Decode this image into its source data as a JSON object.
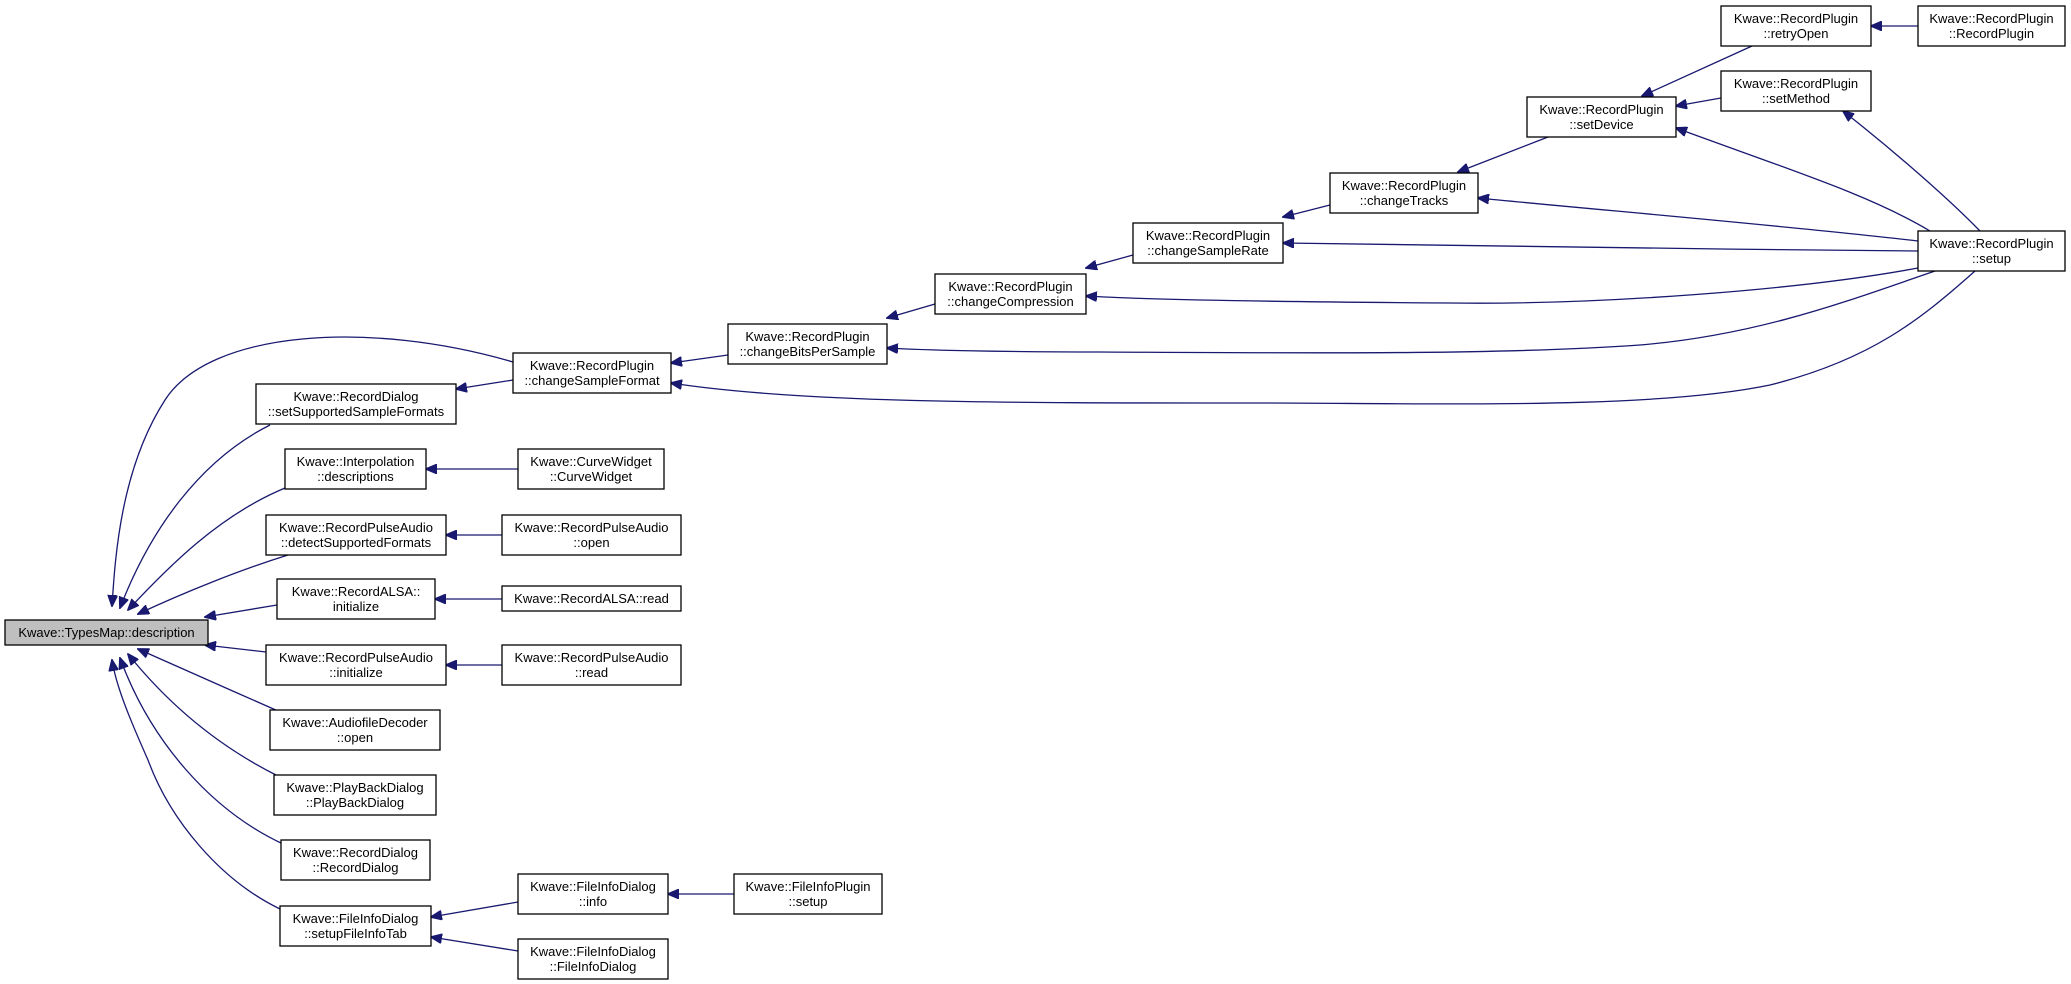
{
  "diagram": {
    "root": "description",
    "colors": {
      "edge": "#191970",
      "node_fill": "#ffffff",
      "root_fill": "#bfbfbf",
      "node_stroke": "#000000"
    },
    "nodes": [
      {
        "id": "description",
        "lines": [
          "Kwave::TypesMap::description"
        ]
      },
      {
        "id": "rd_setSupported",
        "lines": [
          "Kwave::RecordDialog",
          "::setSupportedSampleFormats"
        ]
      },
      {
        "id": "interp_desc",
        "lines": [
          "Kwave::Interpolation",
          "::descriptions"
        ]
      },
      {
        "id": "rpa_detect",
        "lines": [
          "Kwave::RecordPulseAudio",
          "::detectSupportedFormats"
        ]
      },
      {
        "id": "ralsa_init",
        "lines": [
          "Kwave::RecordALSA::",
          "initialize"
        ]
      },
      {
        "id": "rpa_init",
        "lines": [
          "Kwave::RecordPulseAudio",
          "::initialize"
        ]
      },
      {
        "id": "afd_open",
        "lines": [
          "Kwave::AudiofileDecoder",
          "::open"
        ]
      },
      {
        "id": "pbd_ctor",
        "lines": [
          "Kwave::PlayBackDialog",
          "::PlayBackDialog"
        ]
      },
      {
        "id": "rd_ctor",
        "lines": [
          "Kwave::RecordDialog",
          "::RecordDialog"
        ]
      },
      {
        "id": "fid_setupTab",
        "lines": [
          "Kwave::FileInfoDialog",
          "::setupFileInfoTab"
        ]
      },
      {
        "id": "rp_changeSampleFormat",
        "lines": [
          "Kwave::RecordPlugin",
          "::changeSampleFormat"
        ]
      },
      {
        "id": "cw_ctor",
        "lines": [
          "Kwave::CurveWidget",
          "::CurveWidget"
        ]
      },
      {
        "id": "rpa_open",
        "lines": [
          "Kwave::RecordPulseAudio",
          "::open"
        ]
      },
      {
        "id": "ralsa_read",
        "lines": [
          "Kwave::RecordALSA::read"
        ]
      },
      {
        "id": "rpa_read",
        "lines": [
          "Kwave::RecordPulseAudio",
          "::read"
        ]
      },
      {
        "id": "fid_info",
        "lines": [
          "Kwave::FileInfoDialog",
          "::info"
        ]
      },
      {
        "id": "fid_ctor",
        "lines": [
          "Kwave::FileInfoDialog",
          "::FileInfoDialog"
        ]
      },
      {
        "id": "fip_setup",
        "lines": [
          "Kwave::FileInfoPlugin",
          "::setup"
        ]
      },
      {
        "id": "rp_changeBits",
        "lines": [
          "Kwave::RecordPlugin",
          "::changeBitsPerSample"
        ]
      },
      {
        "id": "rp_changeCompression",
        "lines": [
          "Kwave::RecordPlugin",
          "::changeCompression"
        ]
      },
      {
        "id": "rp_changeSampleRate",
        "lines": [
          "Kwave::RecordPlugin",
          "::changeSampleRate"
        ]
      },
      {
        "id": "rp_changeTracks",
        "lines": [
          "Kwave::RecordPlugin",
          "::changeTracks"
        ]
      },
      {
        "id": "rp_setDevice",
        "lines": [
          "Kwave::RecordPlugin",
          "::setDevice"
        ]
      },
      {
        "id": "rp_retryOpen",
        "lines": [
          "Kwave::RecordPlugin",
          "::retryOpen"
        ]
      },
      {
        "id": "rp_setMethod",
        "lines": [
          "Kwave::RecordPlugin",
          "::setMethod"
        ]
      },
      {
        "id": "rp_ctor",
        "lines": [
          "Kwave::RecordPlugin",
          "::RecordPlugin"
        ]
      },
      {
        "id": "rp_setup",
        "lines": [
          "Kwave::RecordPlugin",
          "::setup"
        ]
      }
    ],
    "edges": [
      {
        "from": "rp_changeSampleFormat",
        "to": "description"
      },
      {
        "from": "rd_setSupported",
        "to": "description"
      },
      {
        "from": "interp_desc",
        "to": "description"
      },
      {
        "from": "rpa_detect",
        "to": "description"
      },
      {
        "from": "ralsa_init",
        "to": "description"
      },
      {
        "from": "rpa_init",
        "to": "description"
      },
      {
        "from": "afd_open",
        "to": "description"
      },
      {
        "from": "pbd_ctor",
        "to": "description"
      },
      {
        "from": "rd_ctor",
        "to": "description"
      },
      {
        "from": "fid_setupTab",
        "to": "description"
      },
      {
        "from": "rp_changeSampleFormat",
        "to": "rd_setSupported"
      },
      {
        "from": "cw_ctor",
        "to": "interp_desc"
      },
      {
        "from": "rpa_open",
        "to": "rpa_detect"
      },
      {
        "from": "ralsa_read",
        "to": "ralsa_init"
      },
      {
        "from": "rpa_read",
        "to": "rpa_init"
      },
      {
        "from": "fid_info",
        "to": "fid_setupTab"
      },
      {
        "from": "fid_ctor",
        "to": "fid_setupTab"
      },
      {
        "from": "fip_setup",
        "to": "fid_info"
      },
      {
        "from": "rp_changeBits",
        "to": "rp_changeSampleFormat"
      },
      {
        "from": "rp_setup",
        "to": "rp_changeSampleFormat"
      },
      {
        "from": "rp_changeCompression",
        "to": "rp_changeBits"
      },
      {
        "from": "rp_setup",
        "to": "rp_changeBits"
      },
      {
        "from": "rp_changeSampleRate",
        "to": "rp_changeCompression"
      },
      {
        "from": "rp_setup",
        "to": "rp_changeCompression"
      },
      {
        "from": "rp_changeTracks",
        "to": "rp_changeSampleRate"
      },
      {
        "from": "rp_setup",
        "to": "rp_changeSampleRate"
      },
      {
        "from": "rp_setDevice",
        "to": "rp_changeTracks"
      },
      {
        "from": "rp_setup",
        "to": "rp_changeTracks"
      },
      {
        "from": "rp_retryOpen",
        "to": "rp_setDevice"
      },
      {
        "from": "rp_setMethod",
        "to": "rp_setDevice"
      },
      {
        "from": "rp_setup",
        "to": "rp_setDevice"
      },
      {
        "from": "rp_ctor",
        "to": "rp_retryOpen"
      },
      {
        "from": "rp_setup",
        "to": "rp_setMethod"
      }
    ]
  }
}
